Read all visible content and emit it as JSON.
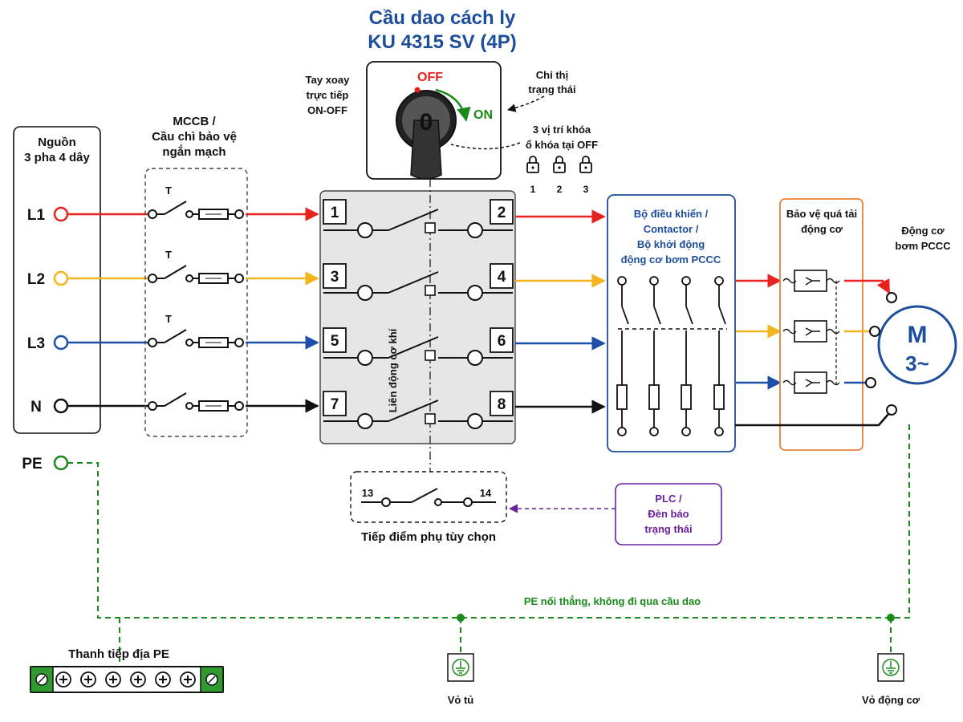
{
  "title": {
    "line1": "Cầu dao cách ly",
    "line2": "KU 4315 SV (4P)"
  },
  "source": {
    "label_lines": [
      "Nguồn",
      "3 pha 4 dây"
    ],
    "phases": [
      "L1",
      "L2",
      "L3",
      "N"
    ],
    "pe": "PE"
  },
  "mccb": {
    "label_lines": [
      "MCCB /",
      "Cầu chì bảo vệ",
      "ngắn mạch"
    ],
    "trip_marks": [
      "T",
      "T",
      "T"
    ]
  },
  "handle": {
    "label_lines": [
      "Tay xoay",
      "trực tiếp",
      "ON-OFF"
    ],
    "off": "OFF",
    "on": "ON",
    "dial": "0",
    "indicator_lines": [
      "Chỉ thị",
      "trạng thái"
    ],
    "lock_lines": [
      "3 vị trí khóa",
      "ổ khóa tại OFF"
    ],
    "lock_numbers": [
      "1",
      "2",
      "3"
    ]
  },
  "switch": {
    "terminals_in": [
      "1",
      "3",
      "5",
      "7"
    ],
    "terminals_out": [
      "2",
      "4",
      "6",
      "8"
    ],
    "linkage": "Liên động cơ khí"
  },
  "aux": {
    "left": "13",
    "right": "14",
    "label": "Tiếp điểm phụ tùy chọn"
  },
  "plc": {
    "lines": [
      "PLC /",
      "Đèn báo",
      "trạng thái"
    ]
  },
  "controller": {
    "lines": [
      "Bộ điều khiển /",
      "Contactor /",
      "Bộ khởi động",
      "động cơ bơm PCCC"
    ]
  },
  "overload": {
    "lines": [
      "Bảo vệ quá tải",
      "động cơ"
    ]
  },
  "motor": {
    "label_lines": [
      "Động cơ",
      "bơm PCCC"
    ],
    "symbol": "M",
    "phase": "3~"
  },
  "earth": {
    "pe_note": "PE nối thẳng, không đi qua cầu dao",
    "busbar": "Thanh tiếp địa PE",
    "cabinet": "Vỏ tủ",
    "motor_case": "Vỏ động cơ"
  },
  "colors": {
    "L1": "#e8231f",
    "L2": "#f2b61c",
    "L3": "#1d4ea8",
    "N": "#111111",
    "PE": "#1a8a1a",
    "title": "#1d4e9c",
    "plc": "#6a1fa0",
    "overload_border": "#e8823a"
  }
}
